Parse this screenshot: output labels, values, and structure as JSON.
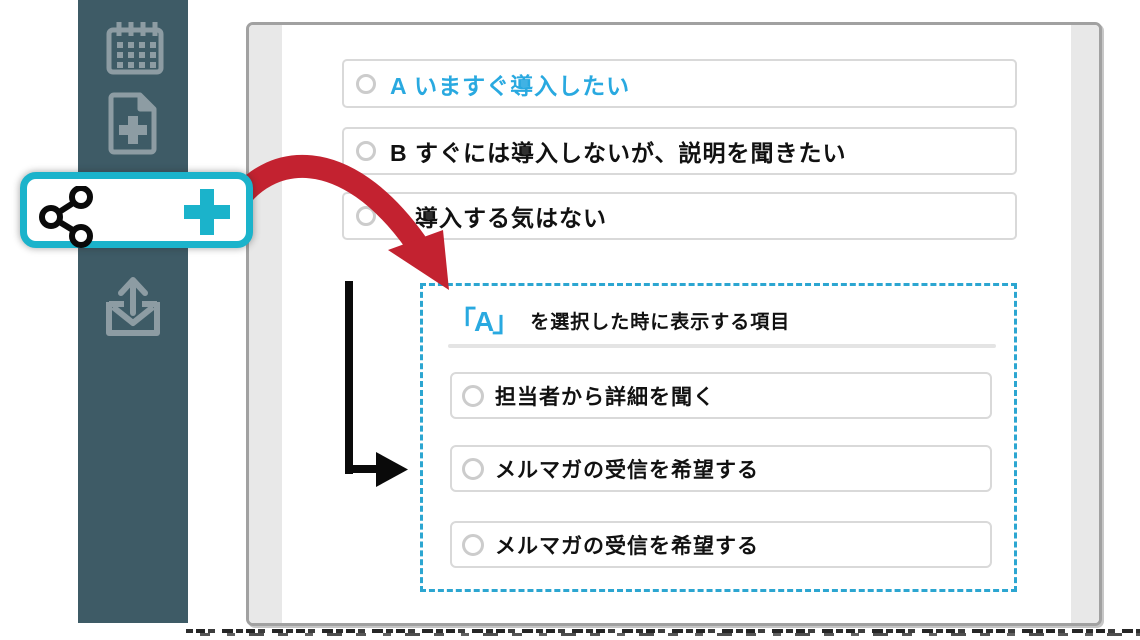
{
  "window": {
    "background": "#ffffff"
  },
  "sidebar": {
    "background": "#3e5b66",
    "icon_color": "#8d9ca3",
    "icons": [
      {
        "name": "calendar-icon"
      },
      {
        "name": "file-plus-icon"
      },
      {
        "name": "mail-export-icon"
      }
    ]
  },
  "branch_button": {
    "border_color": "#1bb3cb",
    "icons": [
      {
        "name": "share-nodes-icon",
        "color": "#0a0a0a"
      },
      {
        "name": "plus-icon",
        "color": "#1bb3cb"
      }
    ]
  },
  "form_preview": {
    "options": [
      {
        "label": "A いますぐ導入したい",
        "highlighted": true,
        "color": "#29a9e0"
      },
      {
        "label": "B すぐには導入しないが、説明を聞きたい",
        "highlighted": false
      },
      {
        "label": "C 導入する気はない",
        "highlighted": false
      }
    ]
  },
  "conditional_panel": {
    "border_color": "#2ca6d1",
    "header": {
      "selected_key": "「A」",
      "description": "を選択した時に表示する項目"
    },
    "options": [
      {
        "label": "担当者から詳細を聞く"
      },
      {
        "label": "メルマガの受信を希望する"
      },
      {
        "label": "メルマガの受信を希望する"
      }
    ]
  },
  "annotations": {
    "red_arrow_color": "#c32230",
    "black_arrow_color": "#0a0a0a"
  }
}
